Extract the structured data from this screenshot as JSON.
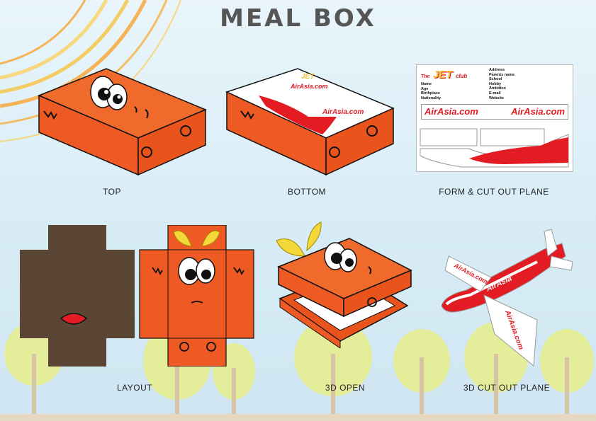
{
  "title": "MEAL BOX",
  "panels": {
    "top": {
      "caption": "TOP"
    },
    "bottom": {
      "caption": "BOTTOM"
    },
    "form": {
      "caption": "FORM & CUT OUT PLANE"
    },
    "layout": {
      "caption": "LAYOUT"
    },
    "open": {
      "caption": "3D OPEN"
    },
    "plane3d": {
      "caption": "3D CUT OUT PLANE"
    }
  },
  "form": {
    "club_prefix": "The",
    "club_name": "JET",
    "club_suffix": "club",
    "fields_left": [
      "Name",
      "Age",
      "Birthplace",
      "Nationality"
    ],
    "fields_right": [
      "Address",
      "Parents name",
      "School",
      "Hobby",
      "Ambition",
      "E-mail",
      "Website"
    ],
    "brand_left": "AirAsia.com",
    "brand_right": "AirAsia.com"
  },
  "bottom_box": {
    "brand_1": "AirAsia.com",
    "brand_2": "AirAsia.com",
    "club_name": "JET"
  },
  "plane": {
    "brand_wing": "AirAsia.com",
    "brand_wing_2": "AirAsia.com",
    "brand_body": "AirAsia"
  },
  "colors": {
    "box_orange": "#ee5a24",
    "box_dark": "#5b4636",
    "brand_red": "#e31b23",
    "tree_green": "#e4ed9a",
    "trunk": "#d8c3a5",
    "wing_yellow": "#f4d83a"
  }
}
